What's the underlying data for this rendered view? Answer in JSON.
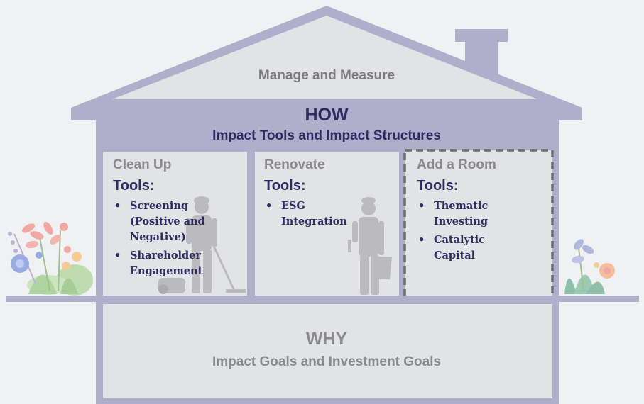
{
  "roof": {
    "label": "Manage and Measure"
  },
  "how": {
    "title": "HOW",
    "subtitle": "Impact Tools and Impact Structures"
  },
  "rooms": [
    {
      "name": "Clean Up",
      "tools_label": "Tools:",
      "tools": [
        "Screening (Positive and Negative)",
        "Shareholder Engagement"
      ]
    },
    {
      "name": "Renovate",
      "tools_label": "Tools:",
      "tools": [
        "ESG Integration"
      ]
    },
    {
      "name": "Add a Room",
      "tools_label": "Tools:",
      "tools": [
        "Thematic Investing",
        "Catalytic Capital"
      ]
    }
  ],
  "why": {
    "title": "WHY",
    "subtitle": "Impact Goals and Investment Goals"
  },
  "bullet_glyph": "•",
  "icons": {
    "worker_left": "cleaner-with-vacuum-icon",
    "worker_middle": "painter-with-bucket-icon",
    "plants_left": "flower-bush-icon",
    "plants_right": "flower-bush-icon"
  },
  "colors": {
    "structure": "#afaecb",
    "room_fill": "#e2e3e5",
    "dark_text": "#2f2a62",
    "muted_text": "#8a8a8c",
    "background": "#f0f1f3"
  }
}
